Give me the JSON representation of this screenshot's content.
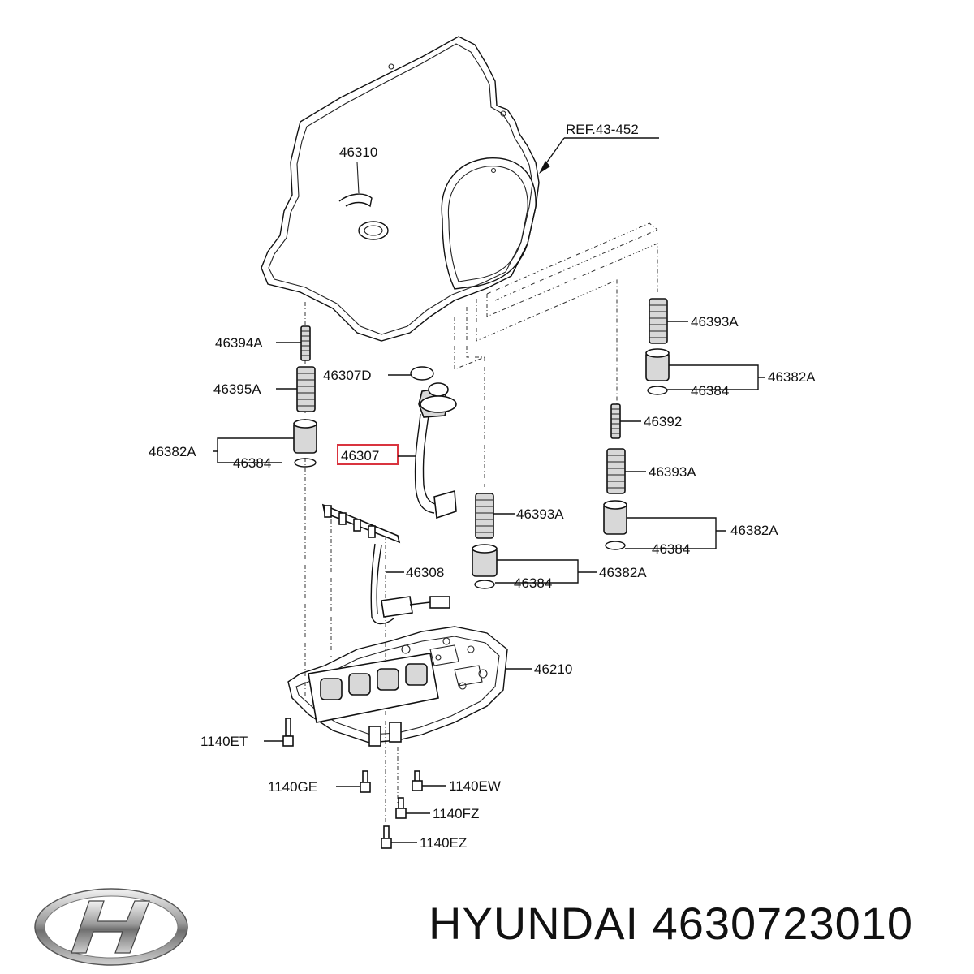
{
  "labels": {
    "ref": "REF.43-452",
    "p46310": "46310",
    "p46394A": "46394A",
    "p46307D": "46307D",
    "p46395A": "46395A",
    "p46382A_left": "46382A",
    "p46384_left": "46384",
    "p46307": "46307",
    "p46393A_r1": "46393A",
    "p46382A_r1": "46382A",
    "p46384_r1": "46384",
    "p46392": "46392",
    "p46393A_r2": "46393A",
    "p46382A_r2": "46382A",
    "p46384_r2": "46384",
    "p46393A_c": "46393A",
    "p46384_c": "46384",
    "p46382A_c": "46382A",
    "p46308": "46308",
    "p46210": "46210",
    "b1140ET": "1140ET",
    "b1140GE": "1140GE",
    "b1140EW": "1140EW",
    "b1140FZ": "1140FZ",
    "b1140EZ": "1140EZ"
  },
  "highlight_color": "#d9343f",
  "footer": {
    "brand": "HYUNDAI",
    "part_number": "4630723010",
    "caption": "HYUNDAI 4630723010"
  },
  "logo_icon": "hyundai-logo-icon"
}
